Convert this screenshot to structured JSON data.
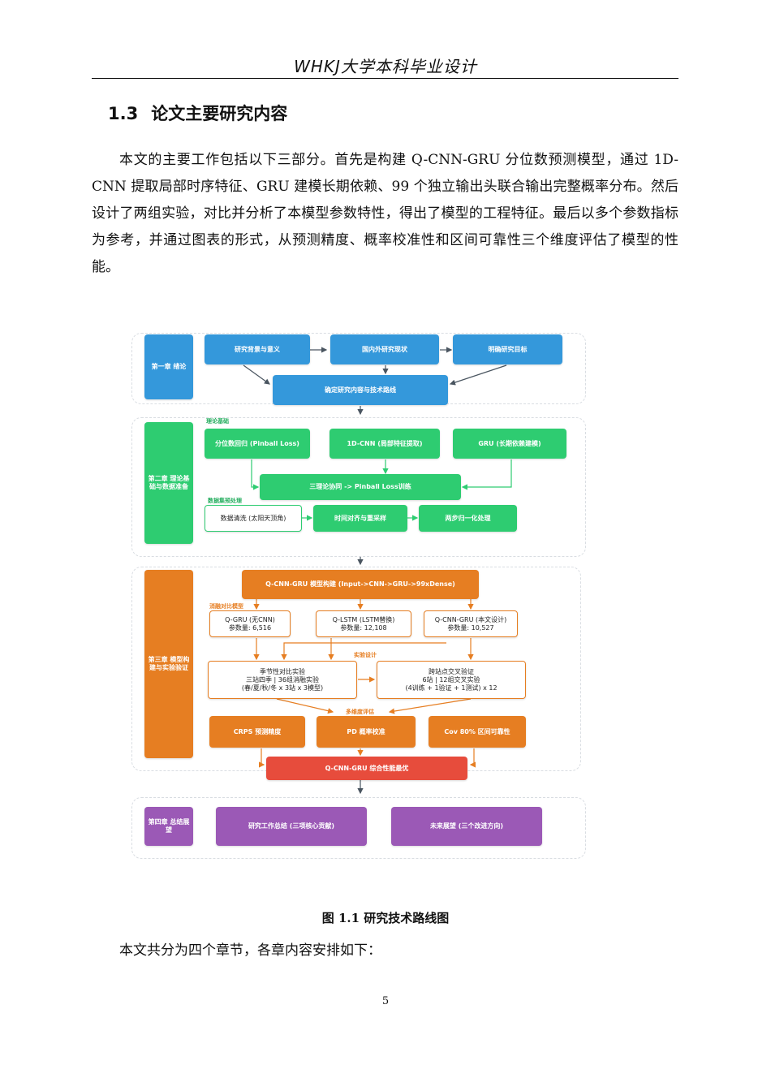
{
  "header": {
    "title": "WHKJ大学本科毕业设计"
  },
  "section": {
    "number": "1.3",
    "title": "论文主要研究内容"
  },
  "paragraphs": {
    "p1": "本文的主要工作包括以下三部分。首先是构建 Q-CNN-GRU 分位数预测模型，通过 1D-CNN 提取局部时序特征、GRU 建模长期依赖、99 个独立输出头联合输出完整概率分布。然后设计了两组实验，对比并分析了本模型参数特性，得出了模型的工程特征。最后以多个参数指标为参考，并通过图表的形式，从预测精度、概率校准性和区间可靠性三个维度评估了模型的性能。",
    "p2": "本文共分为四个章节，各章内容安排如下："
  },
  "figure": {
    "caption": "图 1.1 研究技术路线图",
    "colors": {
      "ch1": "#3498db",
      "ch2": "#2ecc71",
      "ch3": "#e67e22",
      "best": "#e74c3c",
      "ch4": "#9b59b6"
    },
    "ch1": {
      "label": "第一章 绪论",
      "background": "研究背景与意义",
      "status": "国内外研究现状",
      "goal": "明确研究目标",
      "route": "确定研究内容与技术路线"
    },
    "ch2": {
      "label": "第二章 理论基础与数据准备",
      "theory_label": "理论基础",
      "quantile": "分位数回归 (Pinball Loss)",
      "cnn": "1D-CNN (局部特征提取)",
      "gru": "GRU (长期依赖建模)",
      "synergy": "三理论协同 -> Pinball Loss训练",
      "data_label": "数据集预处理",
      "cleaning": "数据清洗 (太阳天顶角)",
      "align": "时间对齐与重采样",
      "normalize": "两步归一化处理"
    },
    "ch3": {
      "label": "第三章 模型构建与实验验证",
      "build": "Q-CNN-GRU 模型构建 (Input->CNN->GRU->99xDense)",
      "ablation_label": "消融对比模型",
      "qgru": "Q-GRU (无CNN)\n参数量: 6,516",
      "qlstm": "Q-LSTM (LSTM替换)\n参数量: 12,108",
      "qcnngru": "Q-CNN-GRU (本文设计)\n参数量: 10,527",
      "experiment_label": "实验设计",
      "seasonal": "季节性对比实验\n三站四季 | 36组消融实验\n(春/夏/秋/冬 x 3站 x 3模型)",
      "cross": "跨站点交叉验证\n6站 | 12组交叉实验\n(4训练 + 1验证 + 1测试) x 12",
      "eval_label": "多维度评估",
      "crps": "CRPS 预测精度",
      "pd": "PD 概率校准",
      "cov": "Cov 80% 区间可靠性",
      "best": "Q-CNN-GRU 综合性能最优"
    },
    "ch4": {
      "label": "第四章 总结展望",
      "summary": "研究工作总结 (三项核心贡献)",
      "future": "未来展望 (三个改进方向)"
    }
  },
  "page_number": "5"
}
